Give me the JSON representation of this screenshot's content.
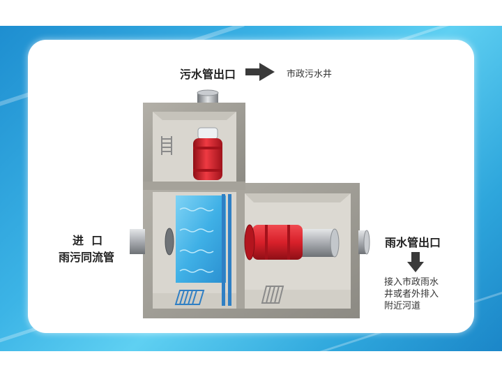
{
  "labels": {
    "sewage_outlet": "污水管出口",
    "sewage_destination": "市政污水井",
    "inlet_line1": "进  口",
    "inlet_line2": "雨污同流管",
    "rain_outlet": "雨水管出口",
    "rain_destination_1": "接入市政雨水",
    "rain_destination_2": "井或者外排入",
    "rain_destination_3": "附近河道"
  },
  "colors": {
    "frame_blue": "#2ea6dc",
    "concrete": "#9c9a93",
    "interior": "#d9d6cf",
    "water": "#3fb0e6",
    "valve_red": "#d8202a",
    "arrow": "#3a3a3a"
  }
}
